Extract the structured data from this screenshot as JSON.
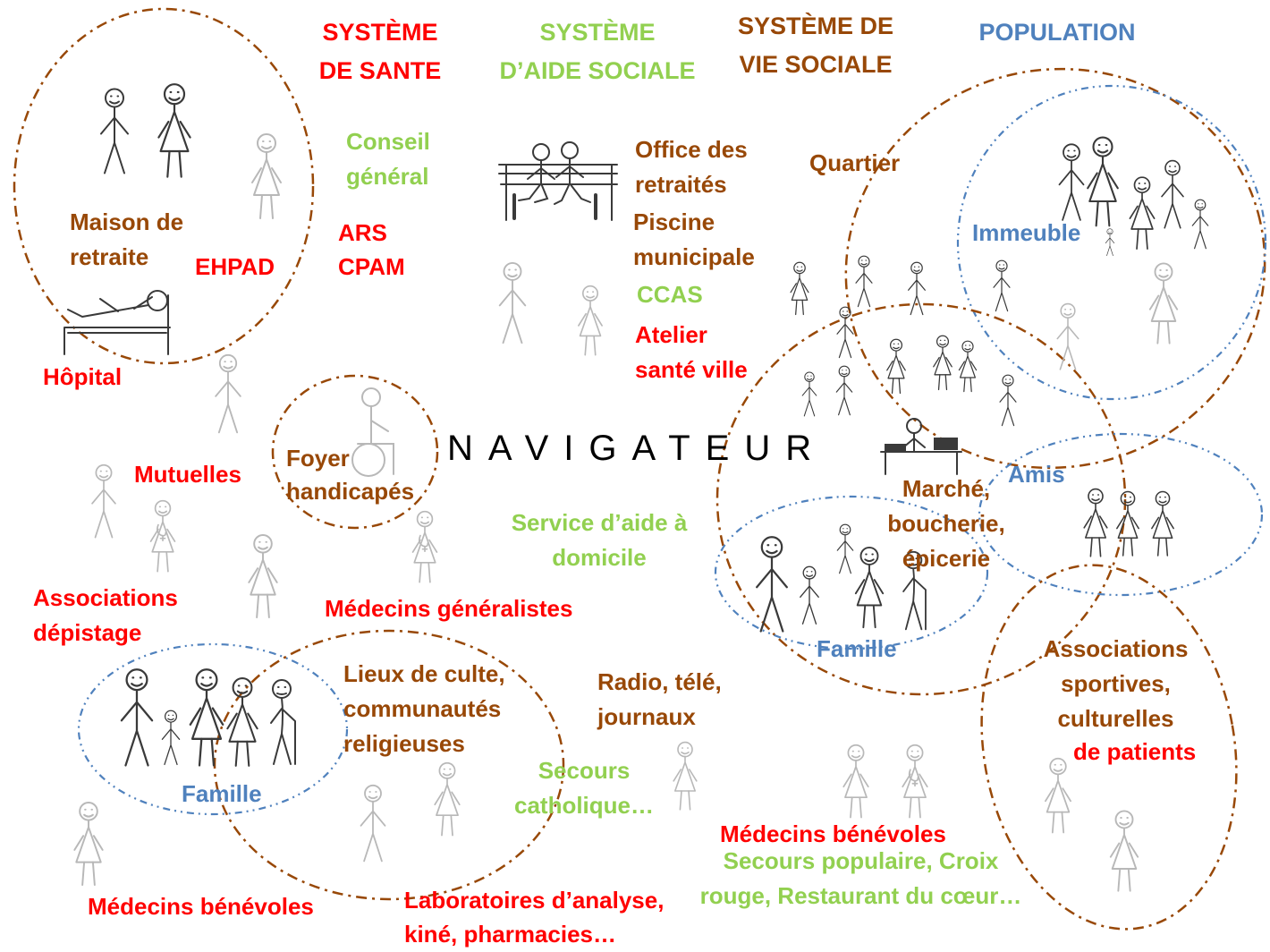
{
  "headers": {
    "systeme_sante": [
      "SYSTÈME",
      "DE SANTE"
    ],
    "systeme_aide_sociale": [
      "SYSTÈME",
      "D’AIDE SOCIALE"
    ],
    "systeme_vie_sociale": [
      "SYSTÈME DE",
      "VIE SOCIALE"
    ],
    "population": "POPULATION"
  },
  "center_title": "NAVIGATEUR",
  "labels": {
    "maison_de_retraite": [
      "Maison de",
      "retraite"
    ],
    "ehpad": "EHPAD",
    "hopital": "Hôpital",
    "conseil_general": [
      "Conseil",
      "général"
    ],
    "ars_cpam": [
      "ARS",
      "CPAM"
    ],
    "office_retraites": [
      "Office des",
      "retraités"
    ],
    "piscine": [
      "Piscine",
      "municipale"
    ],
    "ccas": "CCAS",
    "atelier_sante": [
      "Atelier",
      "santé ville"
    ],
    "quartier": "Quartier",
    "immeuble": "Immeuble",
    "foyer_handicapes": [
      "Foyer",
      "handicapés"
    ],
    "mutuelles": "Mutuelles",
    "amis": "Amis",
    "marche": [
      "Marché,",
      "boucherie,",
      "épicerie"
    ],
    "service_aide_domicile": [
      "Service d’aide à",
      "domicile"
    ],
    "associations_depistage": [
      "Associations",
      "dépistage"
    ],
    "medecins_generalistes": "Médecins généralistes",
    "famille_droite": "Famille",
    "associations_sportives": [
      "Associations",
      "sportives,",
      "culturelles"
    ],
    "de_patients": "de patients",
    "lieux_de_culte": [
      "Lieux de culte,",
      "communautés",
      "religieuses"
    ],
    "radio": [
      "Radio, télé,",
      "journaux"
    ],
    "secours_catholique": [
      "Secours",
      "catholique…"
    ],
    "famille_gauche": "Famille",
    "medecins_benevoles_droite": "Médecins bénévoles",
    "secours_populaire": [
      "Secours populaire, Croix",
      "rouge, Restaurant du cœur…"
    ],
    "medecins_benevoles_gauche": "Médecins bénévoles",
    "laboratoires": [
      "Laboratoires d’analyse,",
      "kiné, pharmacies…"
    ]
  },
  "colors": {
    "sante_red": "#ff0000",
    "aide_sociale_green": "#92d050",
    "vie_sociale_brown": "#984807",
    "population_blue": "#4f81bd",
    "title_black": "#000000",
    "figure_dark": "#3a3a3a",
    "figure_light": "#b8b8b8"
  }
}
